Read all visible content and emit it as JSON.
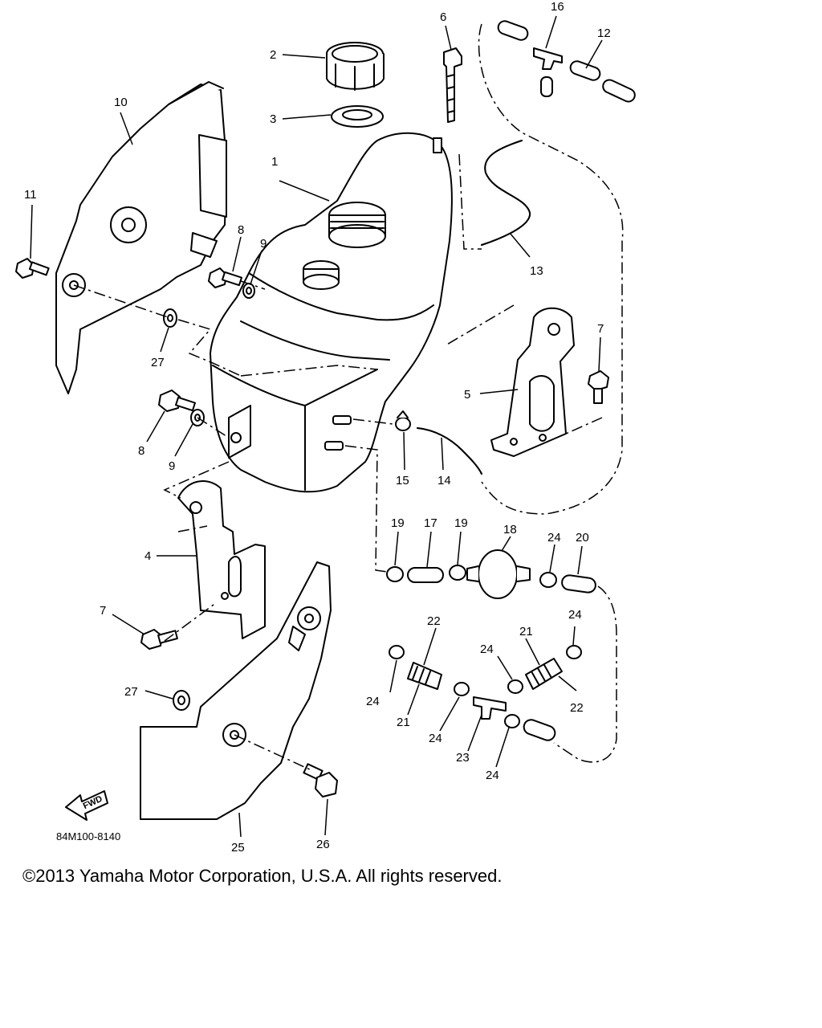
{
  "diagram": {
    "drawing_code": "84M100-8140",
    "fwd_label": "FWD",
    "callouts": {
      "c1": "1",
      "c2": "2",
      "c3": "3",
      "c4": "4",
      "c5": "5",
      "c6": "6",
      "c7a": "7",
      "c7b": "7",
      "c8a": "8",
      "c8b": "8",
      "c9a": "9",
      "c9b": "9",
      "c10": "10",
      "c11": "11",
      "c12": "12",
      "c13": "13",
      "c14": "14",
      "c15": "15",
      "c16": "16",
      "c17": "17",
      "c18": "18",
      "c19a": "19",
      "c19b": "19",
      "c20": "20",
      "c21a": "21",
      "c21b": "21",
      "c22a": "22",
      "c22b": "22",
      "c23": "23",
      "c24a": "24",
      "c24b": "24",
      "c24c": "24",
      "c24d": "24",
      "c24e": "24",
      "c24f": "24",
      "c25": "25",
      "c26": "26",
      "c27a": "27",
      "c27b": "27"
    }
  },
  "footer": {
    "copyright": "©2013 Yamaha Motor Corporation, U.S.A. All rights reserved."
  }
}
